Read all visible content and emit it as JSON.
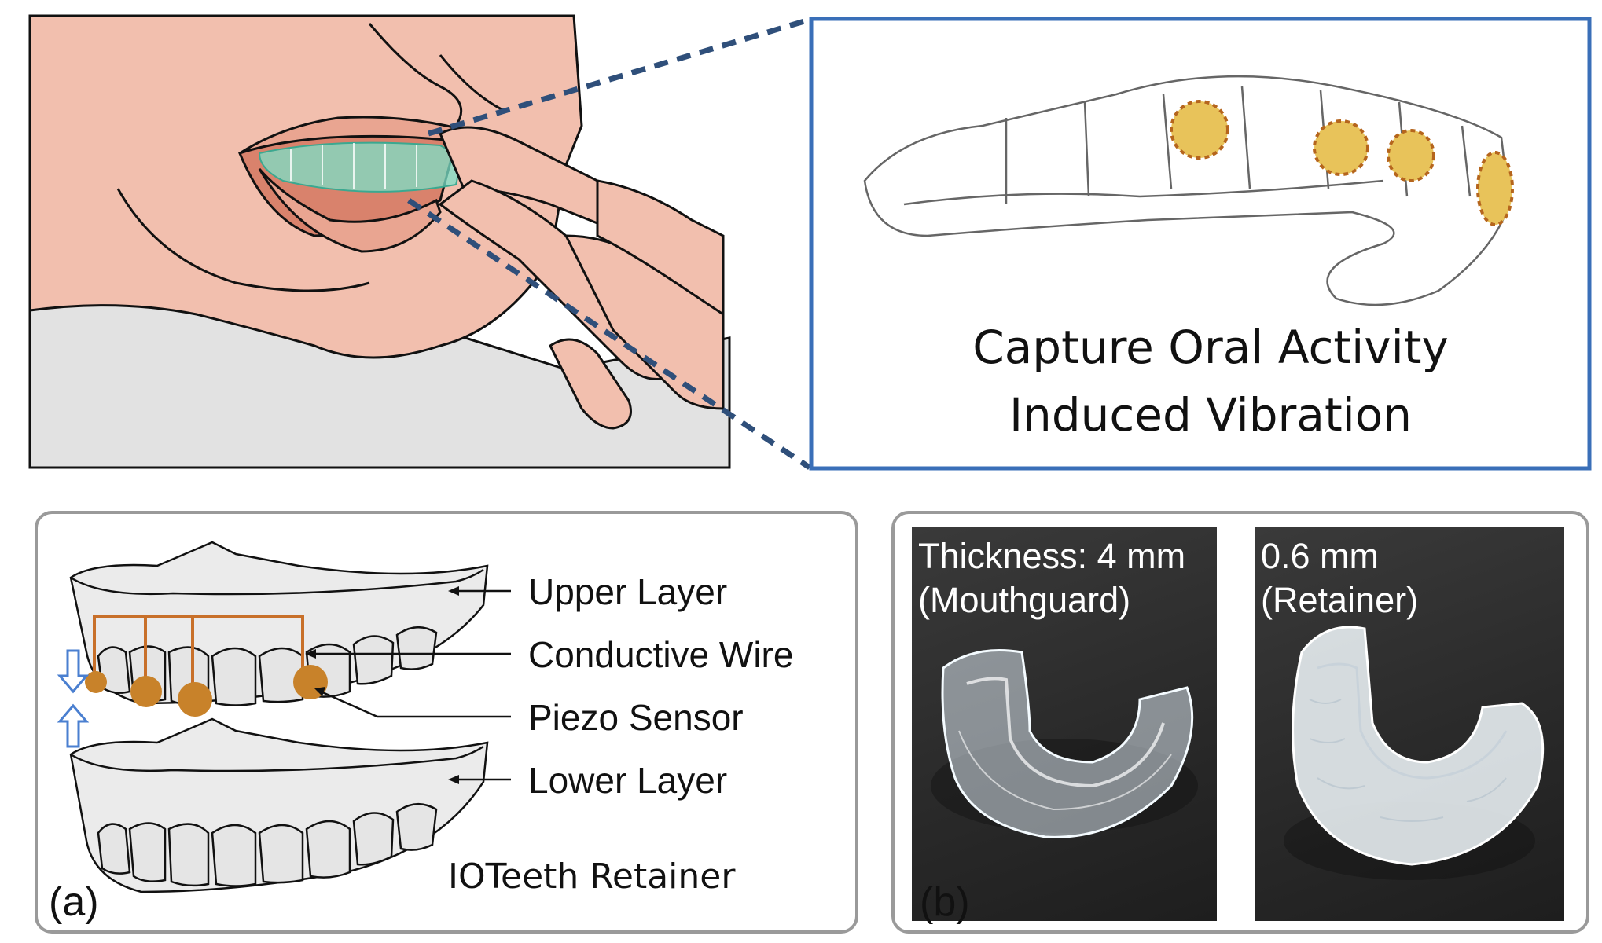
{
  "callout": {
    "line1": "Capture Oral Activity",
    "line2": "Induced Vibration"
  },
  "panel_a": {
    "tag": "(a)",
    "labels": {
      "upper_layer": "Upper Layer",
      "conductive_wire": "Conductive Wire",
      "piezo_sensor": "Piezo Sensor",
      "lower_layer": "Lower Layer"
    },
    "caption": "IOTeeth Retainer"
  },
  "panel_b": {
    "tag": "(b)",
    "left_photo": {
      "line1": "Thickness: 4 mm",
      "line2": "(Mouthguard)"
    },
    "right_photo": {
      "line1": "0.6 mm",
      "line2": "(Retainer)"
    }
  },
  "colors": {
    "callout_border": "#3a6fb8",
    "dashed_line": "#2f4f7a",
    "sensor_fill": "#e8c35a",
    "sensor_outline": "#b5651d",
    "wire": "#c8702a",
    "arrow": "#4a7fd0",
    "skin": "#f2bfae",
    "retainer_glow": "#7be0c8"
  }
}
